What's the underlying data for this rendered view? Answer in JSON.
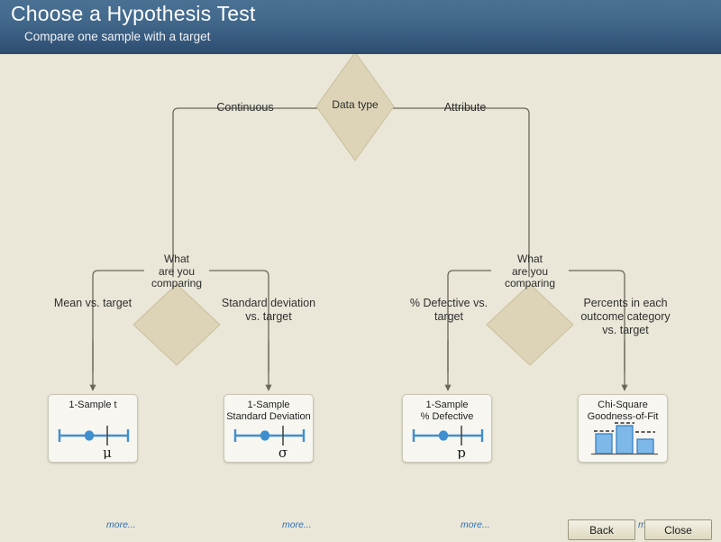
{
  "header": {
    "title": "Choose a Hypothesis Test",
    "subtitle": "Compare one sample with a target"
  },
  "flow": {
    "root": {
      "label": "Data type"
    },
    "branches": [
      {
        "label": "Continuous"
      },
      {
        "label": "Attribute"
      }
    ],
    "decisions": [
      {
        "label": "What\nare you\ncomparing"
      },
      {
        "label": "What\nare you\ncomparing"
      }
    ],
    "edge_labels": [
      {
        "label": "Mean vs. target"
      },
      {
        "label": "Standard deviation\nvs. target"
      },
      {
        "label": "% Defective vs.\ntarget"
      },
      {
        "label": "Percents in each\noutcome category\nvs. target"
      }
    ]
  },
  "cards": [
    {
      "title": "1-Sample t",
      "symbol": "μ",
      "icon": "interval-plot-icon",
      "more_label": "more..."
    },
    {
      "title": "1-Sample\nStandard Deviation",
      "symbol": "σ",
      "icon": "interval-plot-icon",
      "more_label": "more..."
    },
    {
      "title": "1-Sample\n% Defective",
      "symbol": "p",
      "icon": "interval-plot-icon",
      "more_label": "more..."
    },
    {
      "title": "Chi-Square\nGoodness-of-Fit",
      "symbol": "",
      "icon": "bar-chart-icon",
      "more_label": "more..."
    }
  ],
  "footer": {
    "back_label": "Back",
    "close_label": "Close"
  },
  "colors": {
    "header_top": "#4a7194",
    "header_bottom": "#2b4c6f",
    "canvas_bg": "#eae7d8",
    "diamond_fill": "#ddd4b8",
    "diamond_stroke": "#c3b894",
    "connector": "#6b6658",
    "accent_blue": "#3f8fd0",
    "link_blue": "#2d6fb5"
  }
}
